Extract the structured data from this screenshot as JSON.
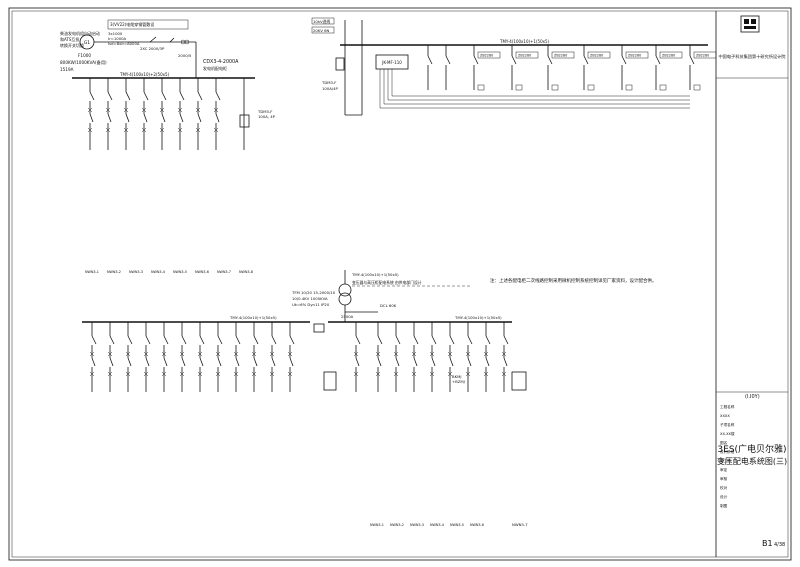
{
  "sheet": {
    "drawing_title": "3ES(广电贝尔雅)",
    "drawing_subtitle": "变压配电系统图(三)",
    "sheet_number": "B1",
    "sheet_total": "4/38",
    "revision_tag": "(I.I0Y)",
    "company_name": "中国电子科技集团第十研究所设计院"
  },
  "generator": {
    "symbol": "G1",
    "note_left_1": "柴油发电机组自动启动",
    "note_left_2": "和ATS互投",
    "note_left_3": "转换开关切换",
    "model": "F1000",
    "rating": "800KW/1000KVA(备用)",
    "current": "1519A",
    "cable_top": "3(VV22)电缆穿钢管敷设",
    "spec_1": "3x1000",
    "spec_2": "Ir=1000A",
    "spec_3": "Isd=8xIr=8000A",
    "switch": "2XC 2000/3P",
    "ct": "2000/5"
  },
  "left_bus_label": "TMY-4(100x10)+2(50x5)",
  "switchgear_label": "CDX3-4-2000A",
  "switchgear_sub": "发电机配电柜",
  "spare_label": "TDM3-F",
  "spare_label_2": "100A, 4P",
  "top_right": {
    "incoming_1": "10kV进线",
    "incoming_2": "20KV 6N",
    "meter_label": "TDM3-F",
    "meter_sub": "100A/4P",
    "bus_label": "TMY-4(100x10)+1(50x5)",
    "controller": "JK-MF-110",
    "feeders": [
      "ZB2280",
      "ZB2280",
      "ZB2280",
      "ZB2280",
      "ZB2280",
      "ZB2280",
      "ZB2280",
      "ZB2280",
      "ZB2280",
      "ZB2280"
    ]
  },
  "transformer": {
    "label": "TMY-4(100x10)+1(50x5)",
    "spec_1": "TFM 10/20 15-2000/10",
    "spec_2": "10/0.4KV 1000KVA",
    "spec_3": "Uk=6% Dyn11 IP20",
    "note": "变压器与高压柜配电系统 由供电部门设计",
    "left_tag": "TMY-4(100x10)+1(50x5)",
    "right_tag": "TMY-4(100x10)+1(50x5)",
    "incoming": "DCL 60K",
    "main_breaker": "2500A",
    "cap_label": "BKMJ",
    "cap_sub": "+BZMJ"
  },
  "remark": "注：上述各配电柜二次线路控制采用微机控制系统控制详见厂家资料，设计配合供。",
  "left_row_labels": [
    "NWN3-1",
    "NWN3-2",
    "NWN3-3",
    "NWN3-4",
    "NWN3-5",
    "NWN3-6",
    "NWN3-7",
    "NWN3-8"
  ],
  "bottom_labels": [
    "NWN3-1",
    "NWN3-2",
    "NWN3-3",
    "NWN3-4",
    "NWN3-5",
    "NWN3-6"
  ],
  "bottom_right_label": "NWN3-7",
  "titleblock_rows": [
    "工程名称",
    "XXXX",
    "子项名称",
    "XX.XX楼",
    "图名",
    "设计阶段",
    "施工图",
    "审定",
    "审核",
    "校对",
    "设计",
    "制图"
  ]
}
